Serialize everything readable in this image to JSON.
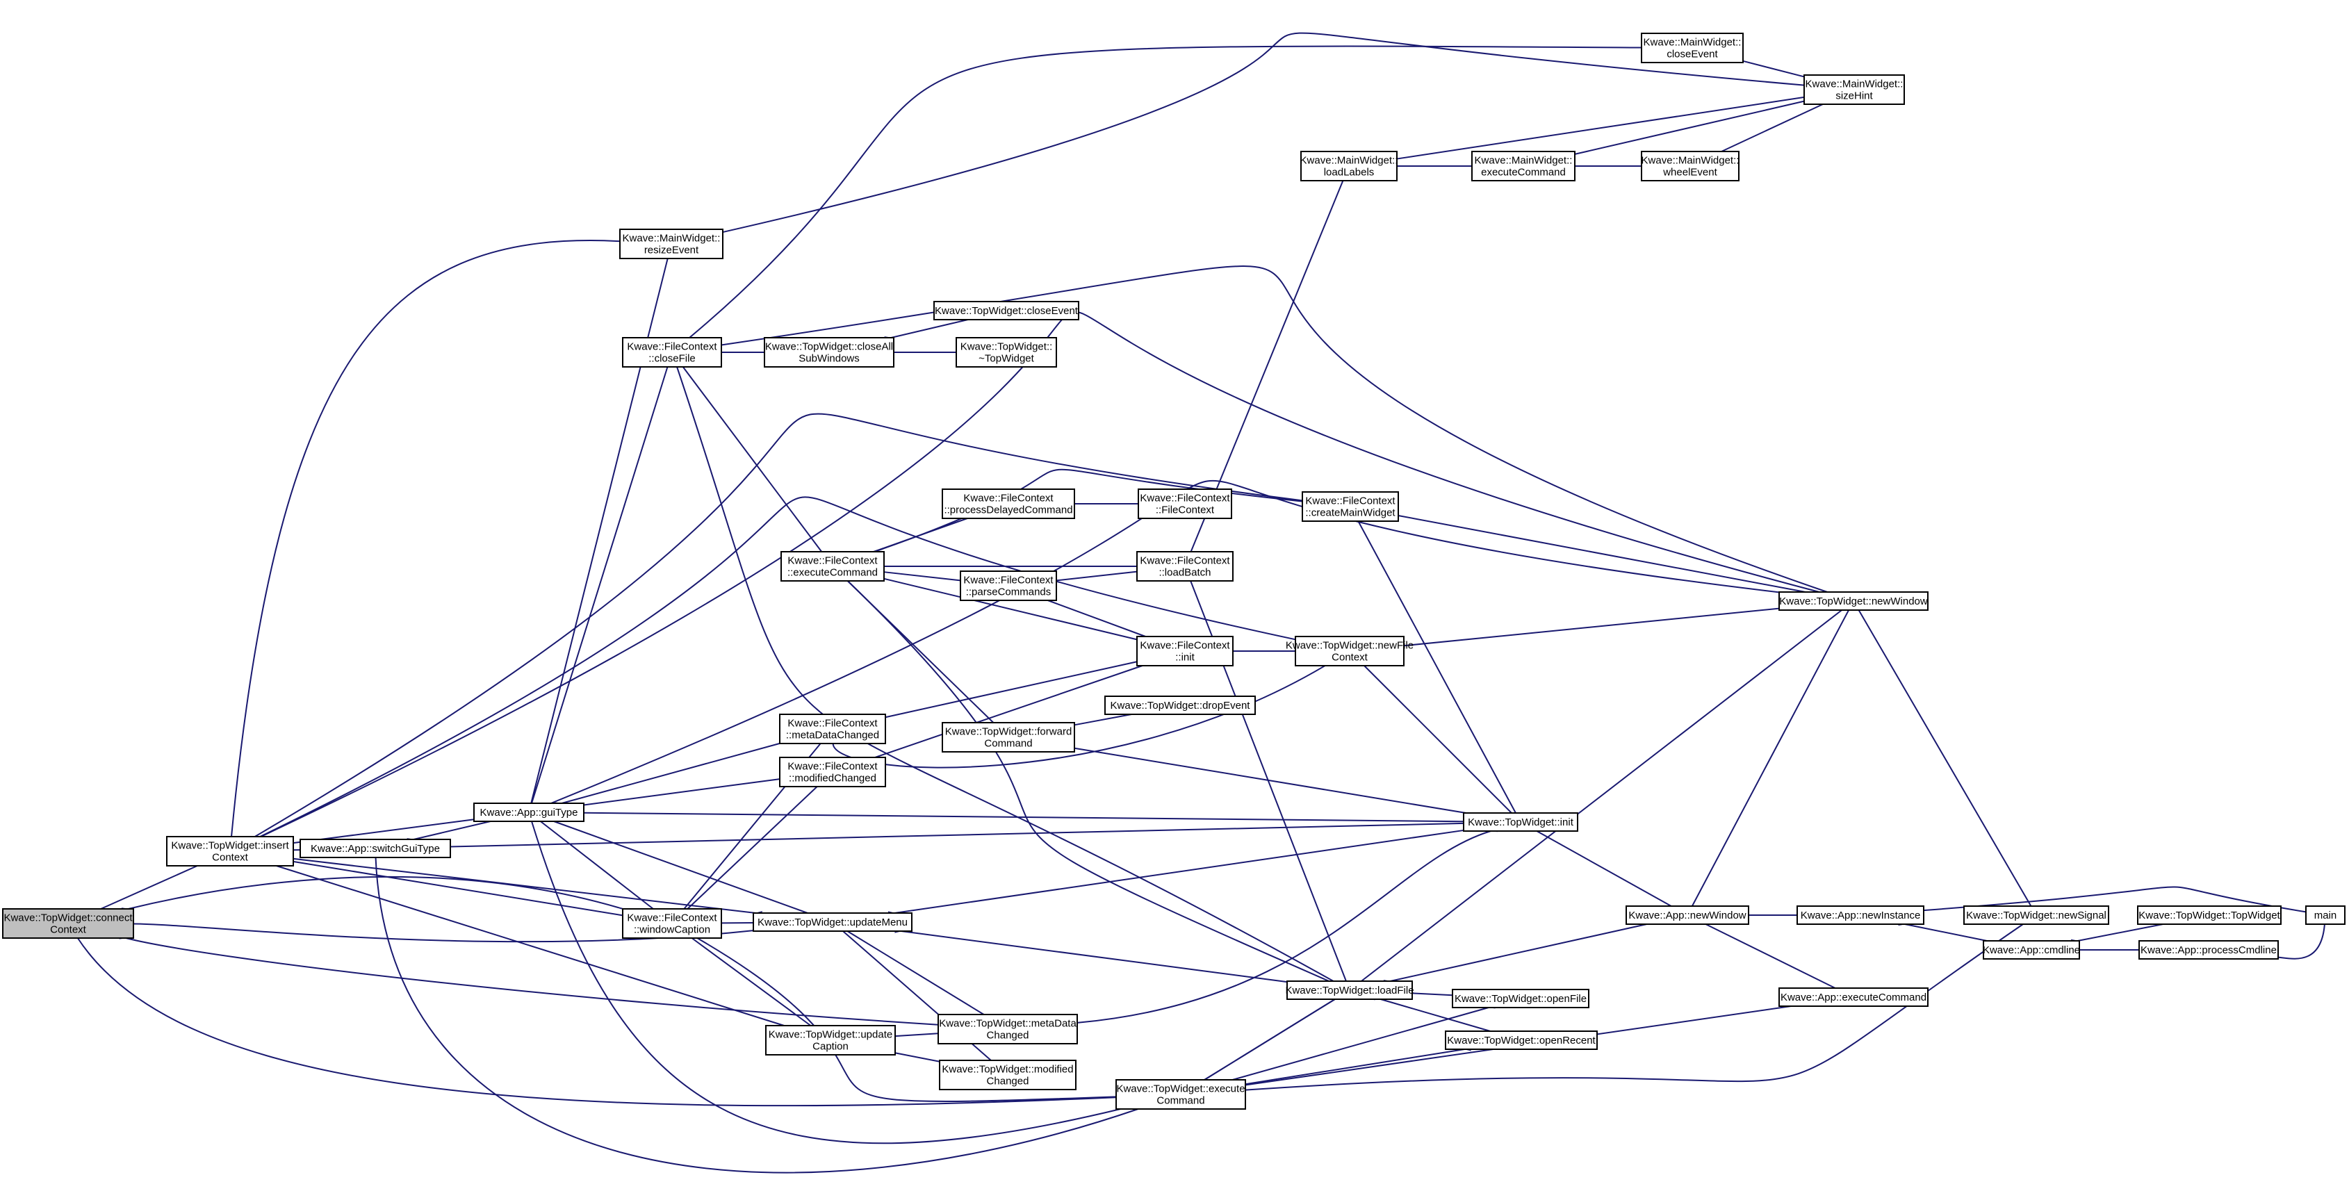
{
  "nodes": {
    "connectContext": [
      "Kwave::TopWidget::connect",
      "Context"
    ],
    "insertContext": [
      "Kwave::TopWidget::insert",
      "Context"
    ],
    "switchGuiType": [
      "Kwave::App::switchGuiType"
    ],
    "guiType": [
      "Kwave::App::guiType"
    ],
    "resizeEvent": [
      "Kwave::MainWidget::",
      "resizeEvent"
    ],
    "closeFile": [
      "Kwave::FileContext",
      "::closeFile"
    ],
    "windowCaption": [
      "Kwave::FileContext",
      "::windowCaption"
    ],
    "closeAllSubWindows": [
      "Kwave::TopWidget::closeAll",
      "SubWindows"
    ],
    "twCloseEvent": [
      "Kwave::TopWidget::closeEvent"
    ],
    "twDestructor": [
      "Kwave::TopWidget::",
      "~TopWidget"
    ],
    "fcExecuteCommand": [
      "Kwave::FileContext",
      "::executeCommand"
    ],
    "fcMetaDataChanged": [
      "Kwave::FileContext",
      "::metaDataChanged"
    ],
    "fcModifiedChanged": [
      "Kwave::FileContext",
      "::modifiedChanged"
    ],
    "updateMenu": [
      "Kwave::TopWidget::updateMenu"
    ],
    "updateCaption": [
      "Kwave::TopWidget::update",
      "Caption"
    ],
    "processDelayedCommand": [
      "Kwave::FileContext",
      "::processDelayedCommand"
    ],
    "parseCommands": [
      "Kwave::FileContext",
      "::parseCommands"
    ],
    "forwardCommand": [
      "Kwave::TopWidget::forward",
      "Command"
    ],
    "twMetaDataChanged": [
      "Kwave::TopWidget::metaData",
      "Changed"
    ],
    "twModifiedChanged": [
      "Kwave::TopWidget::modified",
      "Changed"
    ],
    "fcFileContext": [
      "Kwave::FileContext",
      "::FileContext"
    ],
    "loadBatch": [
      "Kwave::FileContext",
      "::loadBatch"
    ],
    "fcInit": [
      "Kwave::FileContext",
      "::init"
    ],
    "dropEvent": [
      "Kwave::TopWidget::dropEvent"
    ],
    "twExecuteCommand": [
      "Kwave::TopWidget::execute",
      "Command"
    ],
    "loadLabels": [
      "Kwave::MainWidget::",
      "loadLabels"
    ],
    "createMainWidget": [
      "Kwave::FileContext",
      "::createMainWidget"
    ],
    "newFileContext": [
      "Kwave::TopWidget::newFile",
      "Context"
    ],
    "loadFile": [
      "Kwave::TopWidget::loadFile"
    ],
    "openFile": [
      "Kwave::TopWidget::openFile"
    ],
    "openRecent": [
      "Kwave::TopWidget::openRecent"
    ],
    "twInit": [
      "Kwave::TopWidget::init"
    ],
    "mwExecuteCommand": [
      "Kwave::MainWidget::",
      "executeCommand"
    ],
    "mwCloseEvent": [
      "Kwave::MainWidget::",
      "closeEvent"
    ],
    "wheelEvent": [
      "Kwave::MainWidget::",
      "wheelEvent"
    ],
    "sizeHint": [
      "Kwave::MainWidget::",
      "sizeHint"
    ],
    "appNewWindow": [
      "Kwave::App::newWindow"
    ],
    "appExecuteCommand": [
      "Kwave::App::executeCommand"
    ],
    "twNewWindow": [
      "Kwave::TopWidget::newWindow"
    ],
    "newInstance": [
      "Kwave::App::newInstance"
    ],
    "newSignal": [
      "Kwave::TopWidget::newSignal"
    ],
    "cmdline": [
      "Kwave::App::cmdline"
    ],
    "twTopWidget": [
      "Kwave::TopWidget::TopWidget"
    ],
    "processCmdline": [
      "Kwave::App::processCmdline"
    ],
    "main": [
      "main"
    ]
  },
  "colors": {
    "edge": "#191970",
    "node_fill": "#ffffff",
    "root_fill": "#bfbfbf",
    "node_border": "#000000"
  }
}
